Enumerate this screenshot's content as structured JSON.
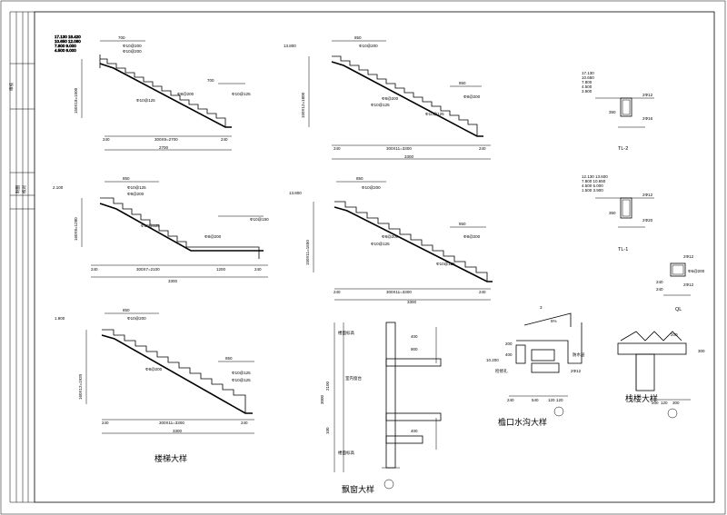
{
  "title_block": {
    "label_a": "审核",
    "label_b": "制图",
    "label_c": "校对"
  },
  "stair1": {
    "elev": [
      "17.130 18.420",
      "10.650 12.060",
      "7.800 9.000",
      "4.500 6.000"
    ],
    "top_dim": "700",
    "mid_dim": "700",
    "rise": "150X18=1500",
    "run": "300X9=2700",
    "total": "2700",
    "end_l": "240",
    "end_r": "240",
    "rebar": [
      "Φ10@200",
      "Φ10@200",
      "Φ8@200",
      "Φ10@125",
      "Φ10@125"
    ]
  },
  "stair2": {
    "elev": "13.800",
    "top_dim": "850",
    "mid_dim": "850",
    "rise": "150X12=1800",
    "run": "300X11=3300",
    "total": "3300",
    "end_l": "240",
    "end_r": "240",
    "rebar": [
      "Φ10@200",
      "Φ8@200",
      "Φ10@125",
      "Φ10@125",
      "Φ8@200"
    ]
  },
  "stair3": {
    "elev": "2.100",
    "top_dim": "850",
    "rise": "160X8=1280",
    "run": "300X7=2100",
    "land": "1200",
    "total": "3300",
    "end_l": "240",
    "end_r": "240",
    "rebar": [
      "Φ10@125",
      "Φ8@200",
      "Φ10@125",
      "Φ8@200",
      "Φ10@150"
    ]
  },
  "stair4": {
    "elev": "13.800",
    "top_dim": "850",
    "mid_dim": "850",
    "rise": "150X11=1650",
    "run": "300X11=3300",
    "total": "3300",
    "end_l": "240",
    "end_r": "240",
    "rebar": [
      "Φ10@200",
      "Φ8@200",
      "Φ10@125",
      "Φ8@200",
      "Φ10@125"
    ]
  },
  "stair5": {
    "elev": "1.800",
    "top_dim": "850",
    "mid_dim": "850",
    "rise": "160X12=1920",
    "run": "300X11=3300",
    "total": "3300",
    "end_l": "240",
    "end_r": "240",
    "rebar": [
      "Φ10@200",
      "Φ8@200",
      "Φ10@125",
      "Φ10@125"
    ],
    "caption": "楼梯大样"
  },
  "tl2": {
    "elev": [
      "17.130",
      "10.650",
      "7.800",
      "4.500",
      "3.900"
    ],
    "label": "TL-2",
    "rebar_top": "2Φ12",
    "rebar_bot": "2Φ16",
    "h": "350"
  },
  "tl1": {
    "elev": [
      "12.130 13.600",
      "7.800 10.650",
      "4.500 6.000",
      "1.500 3.900"
    ],
    "label": "TL-1",
    "rebar_top": "2Φ12",
    "rebar_bot": "2Φ20",
    "h": "350"
  },
  "ql": {
    "label": "QL",
    "rebar_a": "2Φ12",
    "rebar_b": "2Φ12",
    "stirrup": "Φ6@200",
    "dim_a": "240",
    "dim_b": "240"
  },
  "window": {
    "tag_top": "楼面标高",
    "tag_mid": "室内窗台",
    "tag_bot": "楼面标高",
    "dims": [
      "400",
      "900",
      "2100",
      "3000",
      "100",
      "400"
    ],
    "caption": "飘窗大样"
  },
  "gutter": {
    "slope": "3",
    "elev": "10.200",
    "dims": [
      "540",
      "120",
      "120",
      "240",
      "400",
      "200"
    ],
    "notes": [
      "检修孔",
      "5%",
      "防水层",
      "2Φ12"
    ],
    "caption": "檐口水沟大样"
  },
  "railing": {
    "dims": [
      "200",
      "300",
      "200",
      "120",
      "300"
    ],
    "caption": "栈楼大样"
  }
}
